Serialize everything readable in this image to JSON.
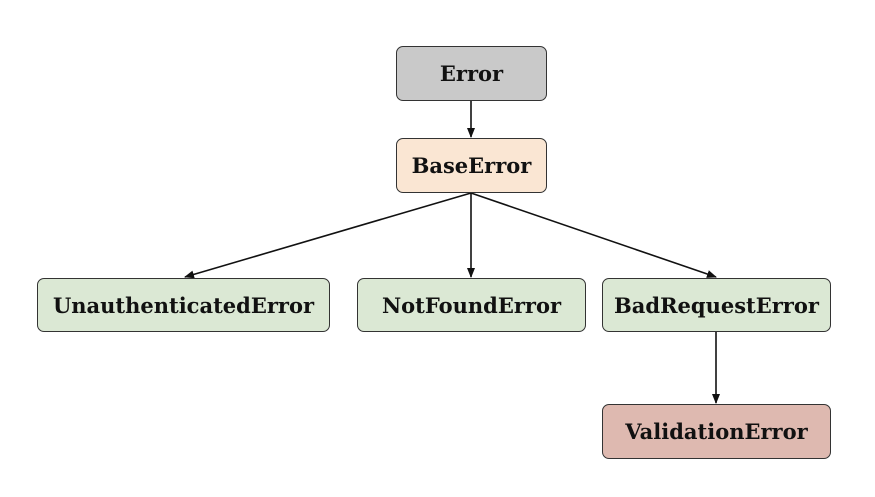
{
  "diagram": {
    "nodes": {
      "error": {
        "label": "Error",
        "fill": "#c9c9c9"
      },
      "base": {
        "label": "BaseError",
        "fill": "#fae6d3"
      },
      "unauth": {
        "label": "UnauthenticatedError",
        "fill": "#dbe8d4"
      },
      "notfound": {
        "label": "NotFoundError",
        "fill": "#dbe8d4"
      },
      "badreq": {
        "label": "BadRequestError",
        "fill": "#dbe8d4"
      },
      "valid": {
        "label": "ValidationError",
        "fill": "#deb9b0"
      }
    },
    "edges": [
      {
        "from": "error",
        "to": "base"
      },
      {
        "from": "base",
        "to": "unauth"
      },
      {
        "from": "base",
        "to": "notfound"
      },
      {
        "from": "base",
        "to": "badreq"
      },
      {
        "from": "badreq",
        "to": "valid"
      }
    ],
    "colors": {
      "border": "#333333",
      "arrow": "#111111"
    }
  }
}
